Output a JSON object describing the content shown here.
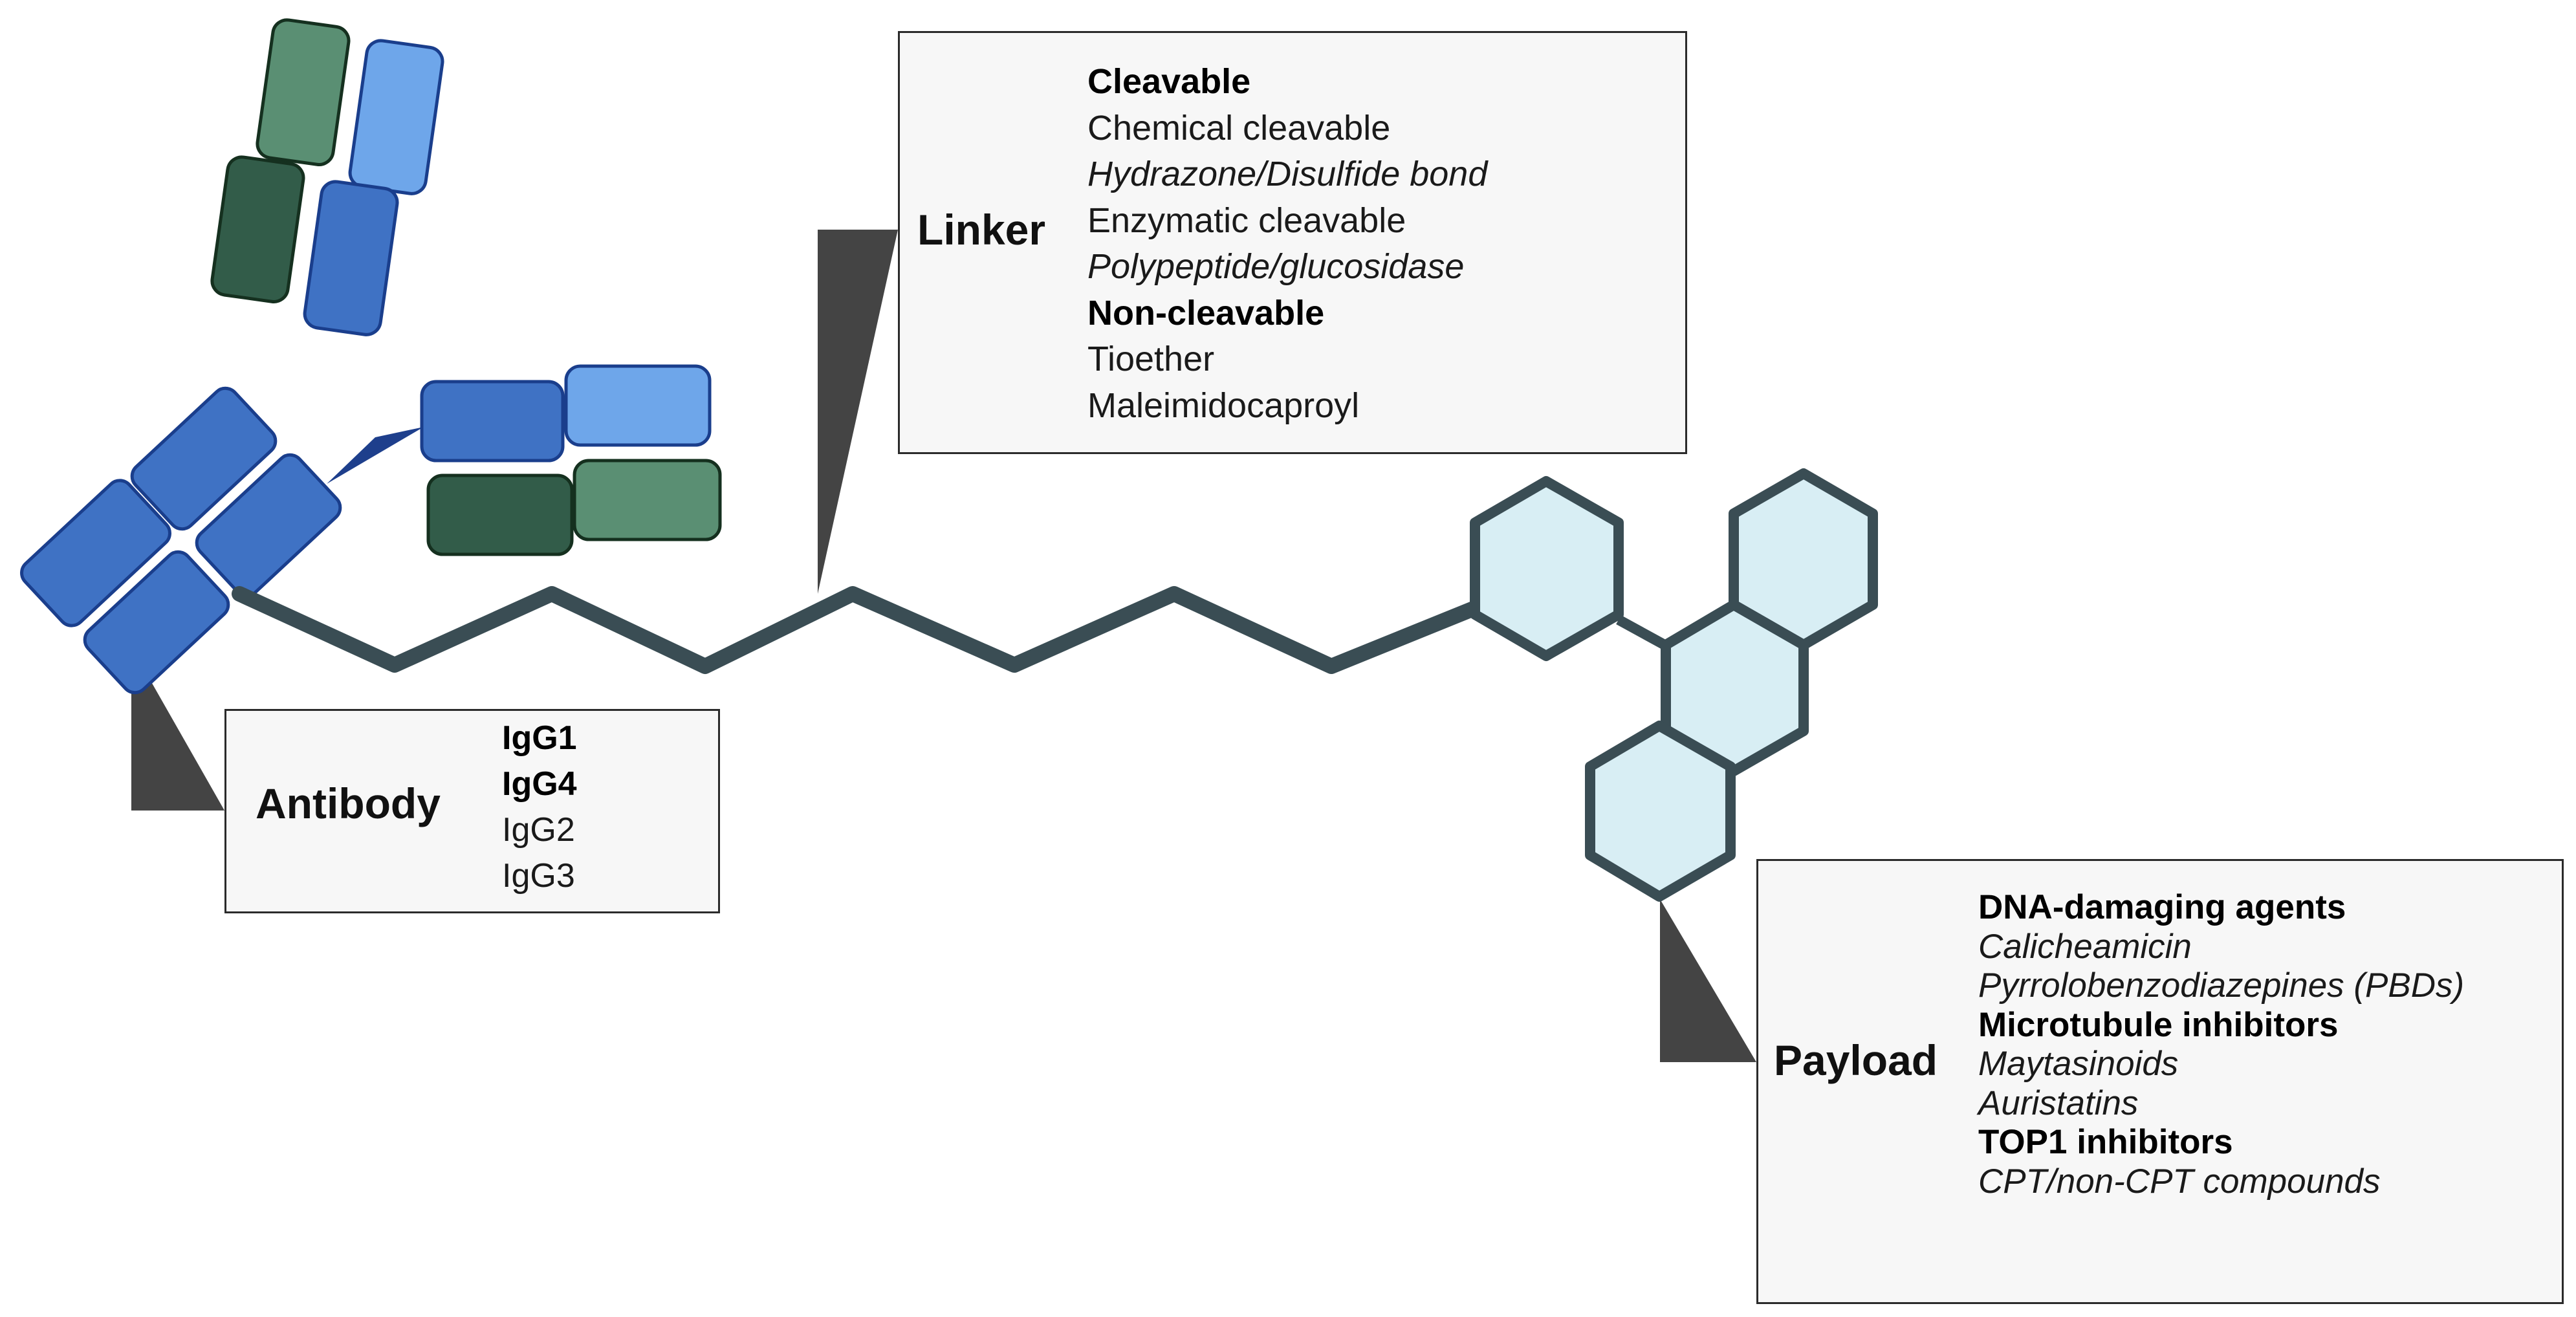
{
  "colors": {
    "heavy_chain": "#3f72c4",
    "heavy_chain_light": "#6ea6ea",
    "heavy_chain_stroke": "#1a3e8c",
    "light_chain_dark": "#325c49",
    "light_chain": "#5a8f73",
    "light_chain_stroke": "#15301f",
    "hinge": "#1e3f8c",
    "linker": "#3a4d54",
    "payload_fill": "#d8eef4",
    "payload_stroke": "#3a4d54",
    "box_fill": "#f7f7f7",
    "box_border": "#2b2b2b",
    "leader": "#444444"
  },
  "linker": {
    "title": "Linker",
    "items": [
      {
        "text": "Cleavable",
        "style": "bold"
      },
      {
        "text": "Chemical cleavable",
        "style": "normal"
      },
      {
        "text": "Hydrazone/Disulfide bond",
        "style": "italic"
      },
      {
        "text": "Enzymatic cleavable",
        "style": "normal"
      },
      {
        "text": "Polypeptide/glucosidase",
        "style": "italic"
      },
      {
        "text": "Non-cleavable",
        "style": "bold"
      },
      {
        "text": "Tioether",
        "style": "normal"
      },
      {
        "text": "Maleimidocaproyl",
        "style": "normal"
      }
    ]
  },
  "antibody": {
    "title": "Antibody",
    "items": [
      {
        "text": "IgG1",
        "style": "bold"
      },
      {
        "text": "IgG4",
        "style": "bold"
      },
      {
        "text": "IgG2",
        "style": "normal"
      },
      {
        "text": "IgG3",
        "style": "normal"
      }
    ]
  },
  "payload": {
    "title": "Payload",
    "items": [
      {
        "text": "DNA-damaging agents",
        "style": "bold"
      },
      {
        "text": "Calicheamicin",
        "style": "italic"
      },
      {
        "text": "Pyrrolobenzodiazepines (PBDs)",
        "style": "italic"
      },
      {
        "text": "Microtubule inhibitors",
        "style": "bold"
      },
      {
        "text": "Maytasinoids",
        "style": "italic"
      },
      {
        "text": "Auristatins",
        "style": "italic"
      },
      {
        "text": "TOP1 inhibitors",
        "style": "bold"
      },
      {
        "text": "CPT/non-CPT compounds",
        "style": "italic"
      }
    ]
  }
}
